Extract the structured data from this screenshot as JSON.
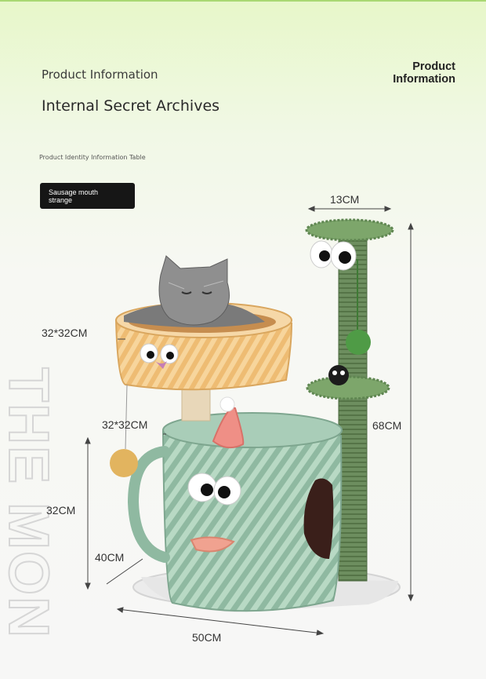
{
  "header": {
    "subtitle": "Product Information",
    "title": "Internal Secret Archives",
    "small_label": "Product Identity Information Table",
    "right_title": "Product\nInformation"
  },
  "badge": {
    "text": "Sausage mouth\nstrange"
  },
  "watermark": {
    "text": "THE MON"
  },
  "dimensions": {
    "top_width": "13CM",
    "bed_size": "32*32CM",
    "box_top": "32*32CM",
    "height": "68CM",
    "box_height": "32CM",
    "depth": "40CM",
    "base_width": "50CM"
  },
  "colors": {
    "accent_green": "#a9d873",
    "post_green": "#5c7f53",
    "box_mint": "#a8cbb6",
    "bed_yellow": "#f3c98a",
    "badge_black": "#161616"
  }
}
